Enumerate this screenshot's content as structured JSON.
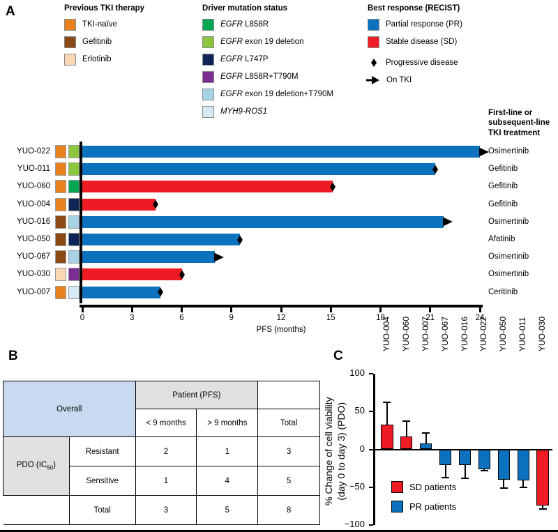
{
  "panels": {
    "a": "A",
    "b": "B",
    "c": "C"
  },
  "legend": {
    "previous_tki": {
      "title": "Previous TKI therapy",
      "items": [
        {
          "label": "TKI-naïve",
          "color": "#E8821E"
        },
        {
          "label": "Gefitinib",
          "color": "#8B4A14"
        },
        {
          "label": "Erlotinib",
          "color": "#FBD7B4"
        }
      ]
    },
    "driver_mutation": {
      "title": "Driver mutation status",
      "items": [
        {
          "gene": "EGFR",
          "rest": " L858R",
          "color": "#00A651"
        },
        {
          "gene": "EGFR",
          "rest": " exon 19 deletion",
          "color": "#8CC63E"
        },
        {
          "gene": "EGFR",
          "rest": " L747P",
          "color": "#0F2558"
        },
        {
          "gene": "EGFR",
          "rest": " L858R+T790M",
          "color": "#7A2E91"
        },
        {
          "gene": "EGFR",
          "rest": " exon 19 deletion+T790M",
          "color": "#A6D3E4"
        },
        {
          "gene": "MYH9-ROS1",
          "rest": "",
          "color": "#D7EAF4"
        }
      ]
    },
    "best_response": {
      "title": "Best response (RECIST)",
      "items": [
        {
          "label": "Partial response (PR)",
          "color": "#0C72BE"
        },
        {
          "label": "Stable disease (SD)",
          "color": "#ED1C24"
        }
      ],
      "markers": [
        {
          "label": "Progressive disease",
          "icon": "diamond-icon"
        },
        {
          "label": "On TKI",
          "icon": "arrow-right-icon"
        }
      ]
    }
  },
  "swimmer": {
    "treatment_header": "First-line or\nsubsequent-line\nTKI treatment",
    "xlabel": "PFS (months)",
    "xticks": [
      "0",
      "3",
      "6",
      "9",
      "12",
      "15",
      "18",
      "21",
      "24"
    ],
    "xlim": [
      0,
      24
    ],
    "rows": [
      {
        "patient": "YUO-022",
        "prev_tki": "#E8821E",
        "mutation": "#8CC63E",
        "pfs": 24.0,
        "response": "PR",
        "bar_color": "#0C72BE",
        "end_marker": "arrow",
        "treatment": "Osimertinib"
      },
      {
        "patient": "YUO-011",
        "prev_tki": "#E8821E",
        "mutation": "#8CC63E",
        "pfs": 21.3,
        "response": "PR",
        "bar_color": "#0C72BE",
        "end_marker": "diamond",
        "treatment": "Gefitinib"
      },
      {
        "patient": "YUO-060",
        "prev_tki": "#E8821E",
        "mutation": "#00A651",
        "pfs": 15.1,
        "response": "SD",
        "bar_color": "#ED1C24",
        "end_marker": "diamond",
        "treatment": "Gefitinib"
      },
      {
        "patient": "YUO-004",
        "prev_tki": "#E8821E",
        "mutation": "#0F2558",
        "pfs": 4.4,
        "response": "SD",
        "bar_color": "#ED1C24",
        "end_marker": "diamond",
        "treatment": "Gefitinib"
      },
      {
        "patient": "YUO-016",
        "prev_tki": "#8B4A14",
        "mutation": "#A6D3E4",
        "pfs": 21.8,
        "response": "PR",
        "bar_color": "#0C72BE",
        "end_marker": "arrow",
        "treatment": "Osimertinib"
      },
      {
        "patient": "YUO-050",
        "prev_tki": "#8B4A14",
        "mutation": "#0F2558",
        "pfs": 9.5,
        "response": "PR",
        "bar_color": "#0C72BE",
        "end_marker": "diamond",
        "treatment": "Afatinib"
      },
      {
        "patient": "YUO-067",
        "prev_tki": "#8B4A14",
        "mutation": "#A6D3E4",
        "pfs": 8.0,
        "response": "PR",
        "bar_color": "#0C72BE",
        "end_marker": "arrow",
        "treatment": "Osimertinib"
      },
      {
        "patient": "YUO-030",
        "prev_tki": "#FBD7B4",
        "mutation": "#7A2E91",
        "pfs": 6.0,
        "response": "SD",
        "bar_color": "#ED1C24",
        "end_marker": "diamond",
        "treatment": "Osimertinib"
      },
      {
        "patient": "YUO-007",
        "prev_tki": "#E8821E",
        "mutation": "#D7EAF4",
        "pfs": 4.7,
        "response": "PR",
        "bar_color": "#0C72BE",
        "end_marker": "diamond",
        "treatment": "Ceritinib"
      }
    ]
  },
  "table_b": {
    "corner": "Overall",
    "group_header": "Patient (PFS)",
    "col_headers": [
      "< 9 months",
      "> 9 months",
      "Total"
    ],
    "row_group": "PDO (IC50)",
    "row_group_sub": "50",
    "rows": [
      {
        "label": "Resistant",
        "values": [
          "2",
          "1",
          "3"
        ]
      },
      {
        "label": "Sensitive",
        "values": [
          "1",
          "4",
          "5"
        ]
      },
      {
        "label": "Total",
        "values": [
          "3",
          "5",
          "8"
        ]
      }
    ]
  },
  "chart_data": {
    "type": "bar",
    "title": "",
    "xlabel": "",
    "ylabel": "% Change of cell viability (day 0 to day 3) (PDO)",
    "ylabel_line1": "% Change of cell viability",
    "ylabel_line2": "(day 0 to day 3) (PDO)",
    "ylim": [
      -100,
      100
    ],
    "yticks": [
      100,
      50,
      0,
      -50,
      -100
    ],
    "ytick_labels": [
      "100",
      "50",
      "0",
      "−50",
      "−100"
    ],
    "grid": false,
    "categories": [
      "YUO-004",
      "YUO-060",
      "YUO-007",
      "YUO-067",
      "YUO-016",
      "YUO-022",
      "YUO-050",
      "YUO-011",
      "YUO-030"
    ],
    "values": [
      33,
      17,
      8,
      -21,
      -21,
      -26,
      -40,
      -41,
      -74
    ],
    "errors": [
      29,
      20,
      14,
      16,
      17,
      2,
      11,
      9,
      5
    ],
    "colors": [
      "#ED1C24",
      "#ED1C24",
      "#0C72BE",
      "#0C72BE",
      "#0C72BE",
      "#0C72BE",
      "#0C72BE",
      "#0C72BE",
      "#ED1C24"
    ],
    "legend": {
      "position": "inside-bottom-left",
      "entries": [
        {
          "label": "SD patients",
          "color": "#ED1C24"
        },
        {
          "label": "PR patients",
          "color": "#0C72BE"
        }
      ]
    }
  }
}
